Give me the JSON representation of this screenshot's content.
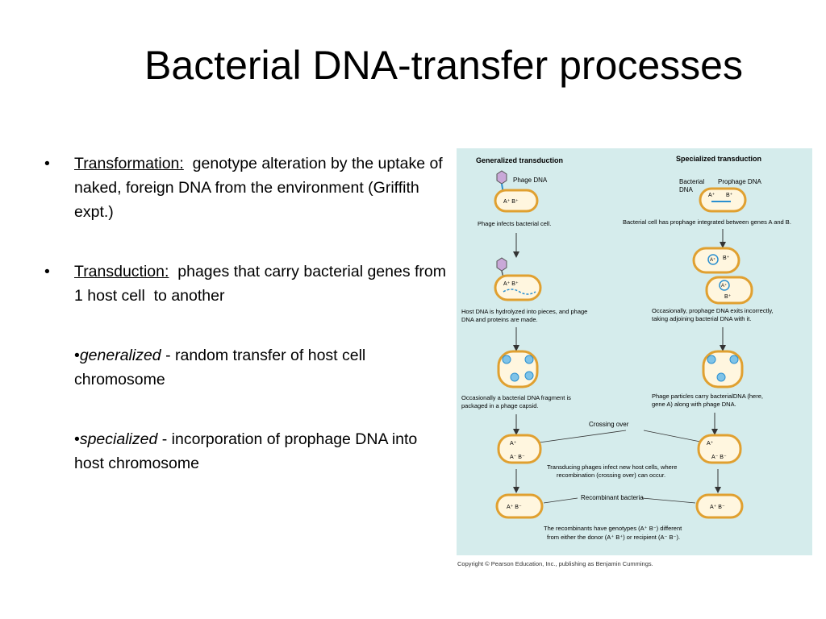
{
  "slide": {
    "title": "Bacterial DNA-transfer processes",
    "bullets": {
      "transformation": {
        "bullet": "•",
        "term": "Transformation:",
        "text": "  genotype alteration by the uptake of naked, foreign DNA from the environment (Griffith expt.)"
      },
      "transduction": {
        "bullet": "•",
        "term": "Transduction:",
        "text": "  phages that carry bacterial genes from 1 host cell  to another"
      },
      "generalized": {
        "prefix": "•",
        "term": "generalized",
        "text": " - random transfer of host cell chromosome"
      },
      "specialized": {
        "prefix": "•",
        "term": "specialized",
        "text": " - incorporation of prophage DNA into host chromosome"
      }
    }
  },
  "figure": {
    "generalized_heading": "Generalized transduction",
    "specialized_heading": "Specialized transduction",
    "phage_dna": "Phage DNA",
    "bacterial_dna_1": "Bacterial",
    "bacterial_dna_2": "DNA",
    "prophage_dna": "Prophage DNA",
    "left_captions": [
      "Phage infects bacterial cell.",
      "Host DNA is hydrolyzed into pieces, and phage",
      "DNA and proteins are made.",
      "Occasionally a bacterial DNA fragment is",
      "packaged in a phage capsid."
    ],
    "right_captions": [
      "Bacterial cell has prophage integrated between genes A and B.",
      "Occasionally, prophage DNA exits incorrectly,",
      "taking adjoining bacterial DNA with it.",
      "Phage particles carry bacterialDNA (here,",
      "gene A) along with phage DNA."
    ],
    "crossing_over": "Crossing over",
    "transducing_1": "Transducing phages infect new host cells, where",
    "transducing_2": "recombination (crossing over) can occur.",
    "recombinant_bacteria": "Recombinant bacteria",
    "recombinants_1": "The recombinants have genotypes (A⁺ B⁻) different",
    "recombinants_2": "from either the donor (A⁺ B⁺) or recipient (A⁻ B⁻).",
    "gene_ab_plus": "A⁺ B⁺",
    "gene_a_plus": "A⁺",
    "gene_b_plus": "B⁺",
    "gene_ab_minus": "A⁻ B⁻",
    "gene_a_plus_b_minus": "A⁺ B⁻"
  },
  "copyright": "Copyright © Pearson Education, Inc., publishing as Benjamin Cummings.",
  "colors": {
    "figure_bg": "#d5ecec",
    "cell_outer": "#e0a030",
    "cell_inner": "#fff6df",
    "phage_dna": "#2a8fd0",
    "phage_head": "#c9a8d8"
  }
}
